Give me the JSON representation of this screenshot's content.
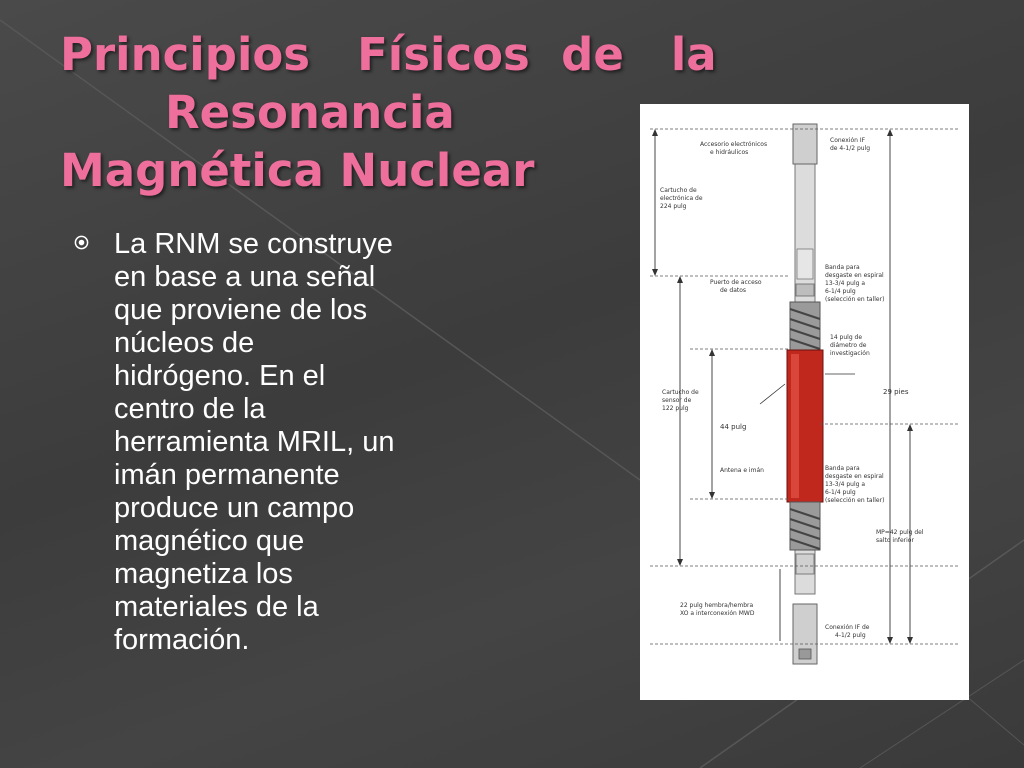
{
  "slide": {
    "title_line1": "Principios   Físicos  de   la",
    "title_line2": "Resonancia",
    "title_line3": "Magnética Nuclear",
    "bullet_icon": "circle-bullet-icon",
    "bullet_text": "La RNM se construye\nen base a una señal\nque proviene de  los\nnúcleos   de\nhidrógeno.  En el\ncentro de la\nherramienta  MRIL, un\nimán  permanente\nproduce  un campo\nmagnético  que\nmagnetiza  los\nmateriales  de  la\nformación.",
    "colors": {
      "title": "#ee6e9c",
      "text": "#ffffff",
      "background": "#444444",
      "magnet": "#c0281e"
    }
  },
  "figure": {
    "labels": {
      "conexion_top": "Conexión IF\nde 4-1/2 pulg",
      "accesorio": "Accesorio electrónicos\ne hidráulicos",
      "cartucho": "Cartucho de\nelectrónica de\n224 pulg",
      "puerto": "Puerto de acceso\nde datos",
      "banda_top": "Banda para\ndesgaste en espiral\n13-3/4 pulg a\n6-1/4 pulg\n(selección en taller)",
      "diametro": "14 pulg de\ndiámetro de\ninvestigación",
      "sensor": "Cartucho de\nsensor de\n122 pulg",
      "pies": "29 pies",
      "pulg44": "44 pulg",
      "antena": "Antena e imán",
      "banda_bottom": "Banda para\ndesgaste en espiral\n13-3/4 pulg a\n6-1/4 pulg\n(selección en taller)",
      "mp": "MP=42 pulg del\nsalto inferior",
      "hembra": "22 pulg hembra/hembra\nXO a interconexión MWD",
      "conexion_bottom": "Conexión IF de\n4-1/2 pulg"
    }
  }
}
